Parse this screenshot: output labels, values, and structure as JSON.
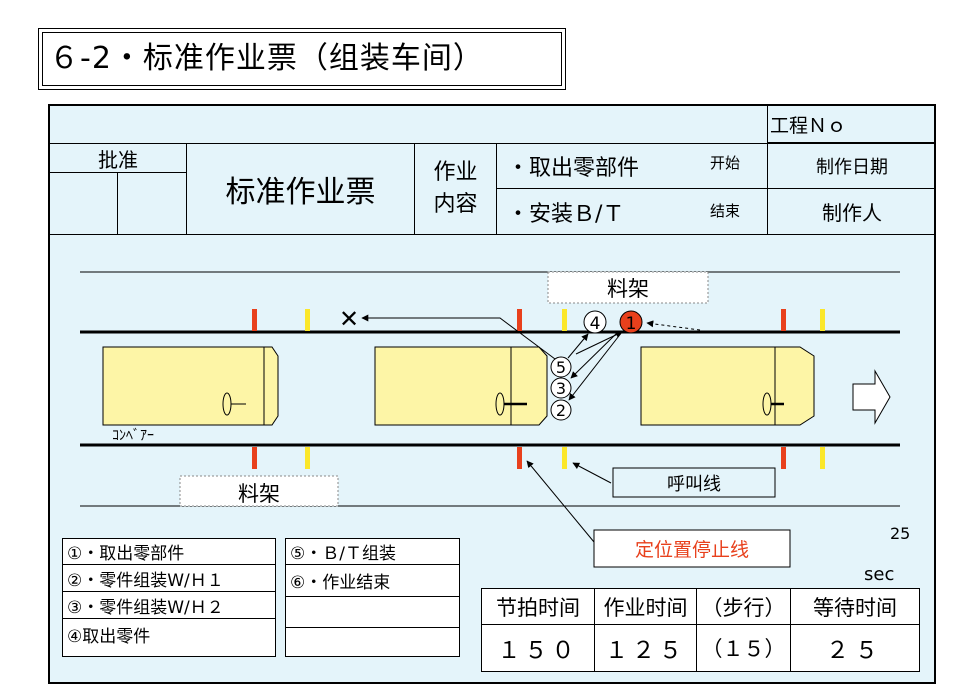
{
  "title": "６-2・标准作业票（组装车间）",
  "header": {
    "process_no": "工程Ｎｏ",
    "approve": "批准",
    "sheet_title": "标准作业票",
    "work_content": "作业\n内容",
    "content_line1": "・取出零部件",
    "content_line2": "・安装Ｂ/Ｔ",
    "start": "开始",
    "end": "结束",
    "date": "制作日期",
    "author": "制作人"
  },
  "diagram": {
    "rack_top": "料架",
    "rack_bottom": "料架",
    "conveyor": "ｺﾝﾍﾞｱｰ",
    "call_line": "呼叫线",
    "stop_line": "定位置停止线",
    "x_mark": "✕",
    "step1": "1",
    "step2": "2",
    "step3": "3",
    "step4": "4",
    "step5": "5",
    "colors": {
      "panel": "#e4f4fa",
      "car": "#fdf5a6",
      "red_mark": "#e8401c",
      "yellow_mark": "#fbe72a",
      "stop_text": "#e8401c"
    }
  },
  "legend": {
    "items": [
      "①・取出零部件",
      "②・零件组装W/Ｈ１",
      "③・零件组装W/Ｈ２",
      "④取出零件",
      "⑤・Ｂ/Ｔ组装",
      "⑥・作业结束"
    ]
  },
  "time_table": {
    "number_25": "25",
    "sec": "sec",
    "headers": [
      "节拍时间",
      "作业时间",
      "（步行）",
      "等待时间"
    ],
    "values": [
      "１５０",
      "１２５",
      "（１５）",
      "２５"
    ]
  }
}
